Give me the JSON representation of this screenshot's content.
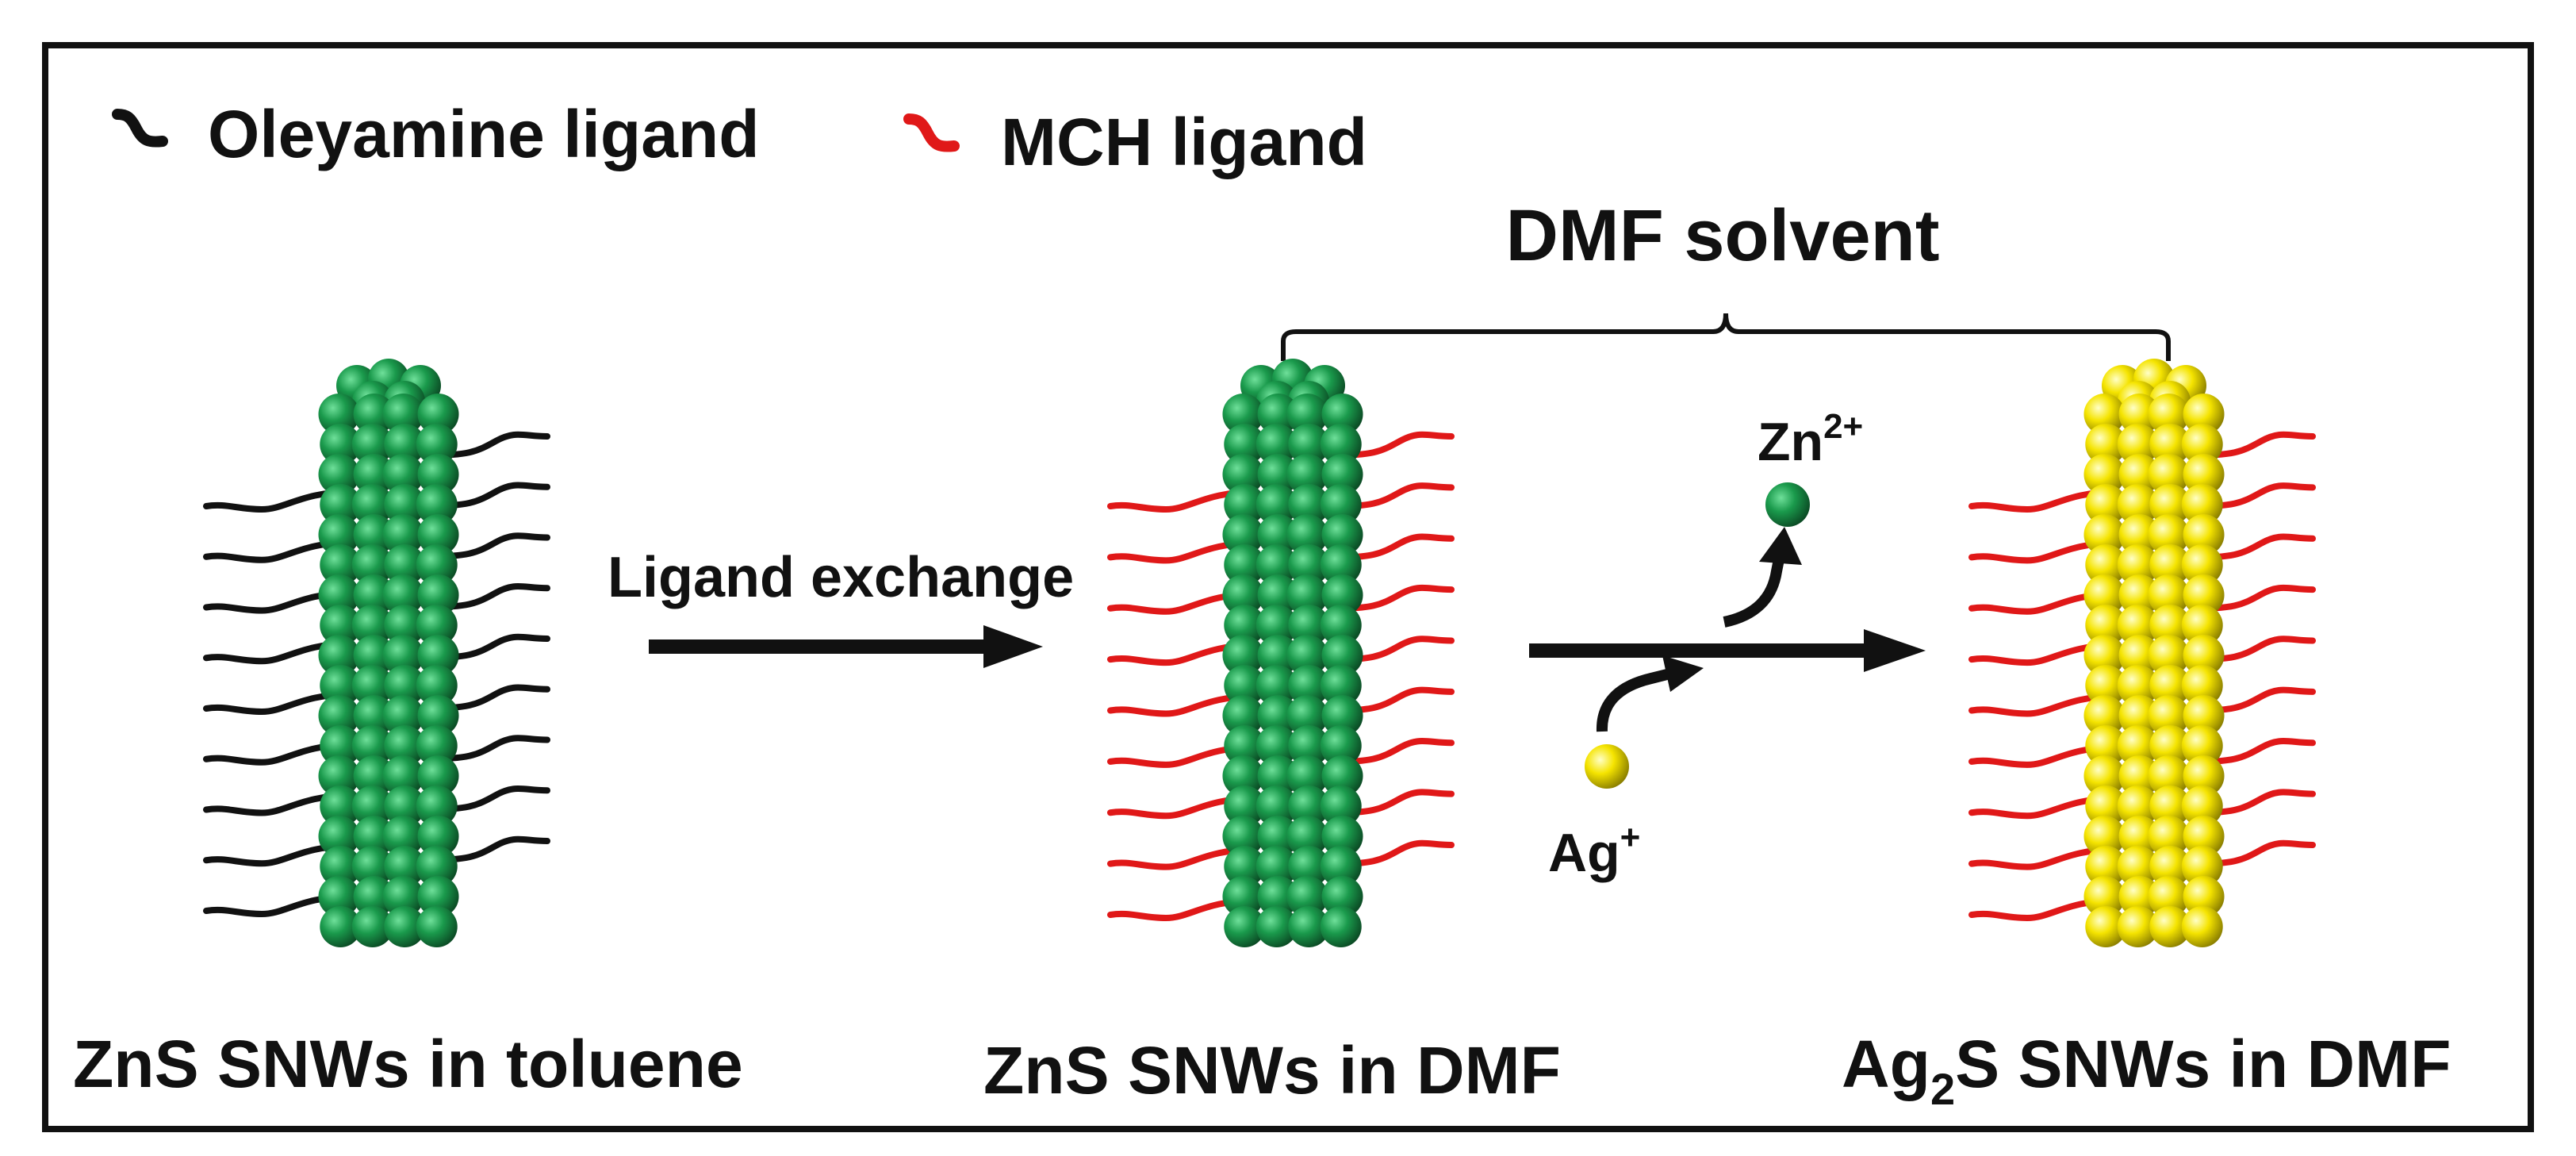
{
  "legend": {
    "items": [
      {
        "label": "Oleyamine ligand",
        "color": "#111111"
      },
      {
        "label": "MCH ligand",
        "color": "#e01818"
      }
    ]
  },
  "bracket_label": "DMF solvent",
  "arrows": {
    "ligand_exchange": "Ligand exchange",
    "ion_out": "Zn",
    "ion_out_charge": "2+",
    "ion_in": "Ag",
    "ion_in_charge": "+"
  },
  "stages": [
    {
      "caption": "ZnS SNWs in toluene",
      "wire_color": "green",
      "ligand": "oleyamine"
    },
    {
      "caption": "ZnS SNWs in DMF",
      "wire_color": "green",
      "ligand": "mch"
    },
    {
      "caption_main": "Ag",
      "caption_sub": "2",
      "caption_rest": "S SNWs in DMF",
      "wire_color": "yellow",
      "ligand": "mch"
    }
  ],
  "colors": {
    "zns_sphere": "#1a9a4c",
    "ag2s_sphere": "#f5e400",
    "zn_ion": "#1a9a4c",
    "ag_ion": "#f5e400",
    "frame": "#111111"
  }
}
